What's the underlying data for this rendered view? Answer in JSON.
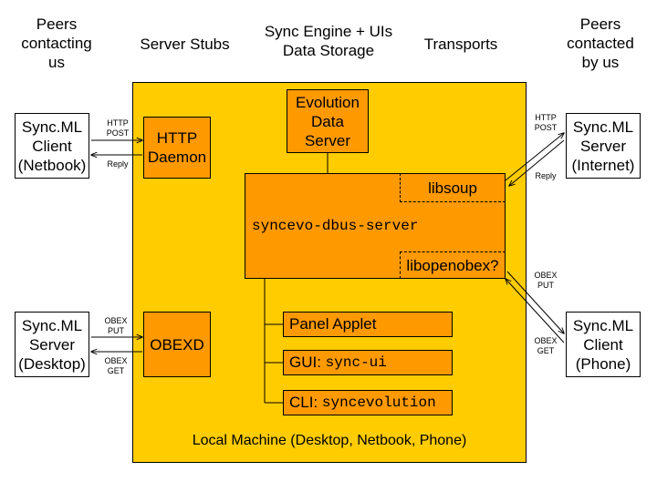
{
  "headers": {
    "peers_contacting_us": "Peers\ncontacting\nus",
    "server_stubs": "Server Stubs",
    "sync_engine": "Sync Engine + UIs\nData Storage",
    "transports": "Transports",
    "peers_contacted_by_us": "Peers\ncontacted\nby us"
  },
  "left_peers": {
    "netbook_client": "Sync.ML\nClient\n(Netbook)",
    "desktop_server": "Sync.ML\nServer\n(Desktop)"
  },
  "right_peers": {
    "internet_server": "Sync.ML\nServer\n(Internet)",
    "phone_client": "Sync.ML\nClient\n(Phone)"
  },
  "arrow_labels": {
    "left_http_post": "HTTP\nPOST",
    "left_reply": "Reply",
    "left_obex_put": "OBEX\nPUT",
    "left_obex_get": "OBEX\nGET",
    "right_http_post": "HTTP\nPOST",
    "right_reply": "Reply",
    "right_obex_put": "OBEX\nPUT",
    "right_obex_get": "OBEX\nGET"
  },
  "components": {
    "http_daemon": "HTTP\nDaemon",
    "obexd": "OBEXD",
    "evolution": "Evolution\nData\nServer",
    "libsoup": "libsoup",
    "syncevo": "syncevo-dbus-server",
    "libopenobex": "libopenobex?",
    "panel_applet": "Panel Applet",
    "gui_prefix": "GUI: ",
    "gui_cmd": "sync-ui",
    "cli_prefix": "CLI: ",
    "cli_cmd": "syncevolution"
  },
  "local_machine": "Local Machine (Desktop, Netbook, Phone)",
  "colors": {
    "local_machine_bg": "#ffcc00",
    "component_bg": "#ff9900"
  }
}
